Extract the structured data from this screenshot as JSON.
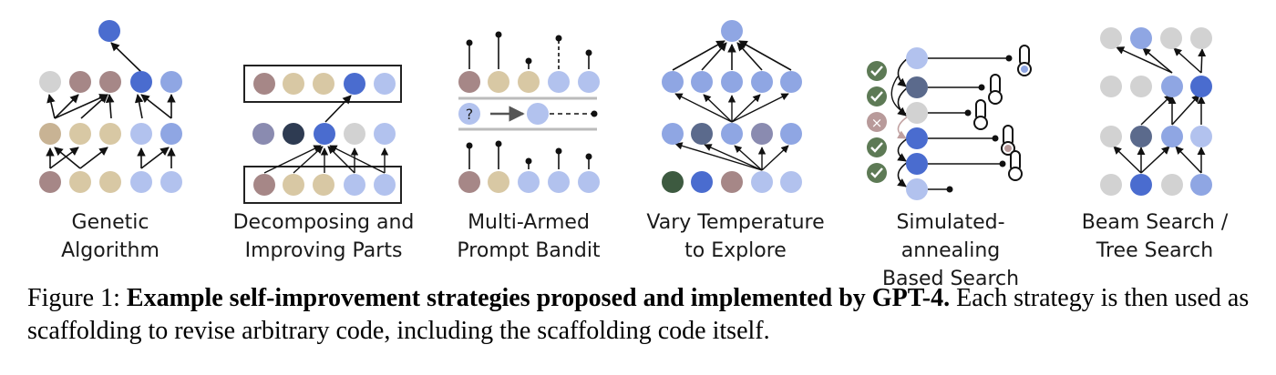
{
  "panels": [
    {
      "label_line1": "Genetic",
      "label_line2": "Algorithm"
    },
    {
      "label_line1": "Decomposing and",
      "label_line2": "Improving Parts"
    },
    {
      "label_line1": "Multi-Armed",
      "label_line2": "Prompt Bandit"
    },
    {
      "label_line1": "Vary Temperature",
      "label_line2": "to Explore"
    },
    {
      "label_line1": "Simulated-annealing",
      "label_line2": "Based Search"
    },
    {
      "label_line1": "Beam Search /",
      "label_line2": "Tree Search"
    }
  ],
  "caption": {
    "prefix": "Figure 1: ",
    "bold": "Example self-improvement strategies proposed and implemented by GPT-4.",
    "rest": " Each strategy is then used as scaffolding to revise arbitrary code, including the scaffolding code itself."
  },
  "icons": {
    "unknown_symbol": "?",
    "fail_symbol": "×"
  },
  "colors": {
    "dark_blue": "#4a6ccf",
    "mid_blue": "#8fa6e3",
    "light_blue": "#b2c2ee",
    "gray": "#d2d2d2",
    "tan": "#d8c8a4",
    "mauve": "#a68787",
    "slate": "#5b6a8c",
    "dark_green": "#3d5a40",
    "check_green": "#5d7a55",
    "fail_mauve": "#b89a9a"
  }
}
